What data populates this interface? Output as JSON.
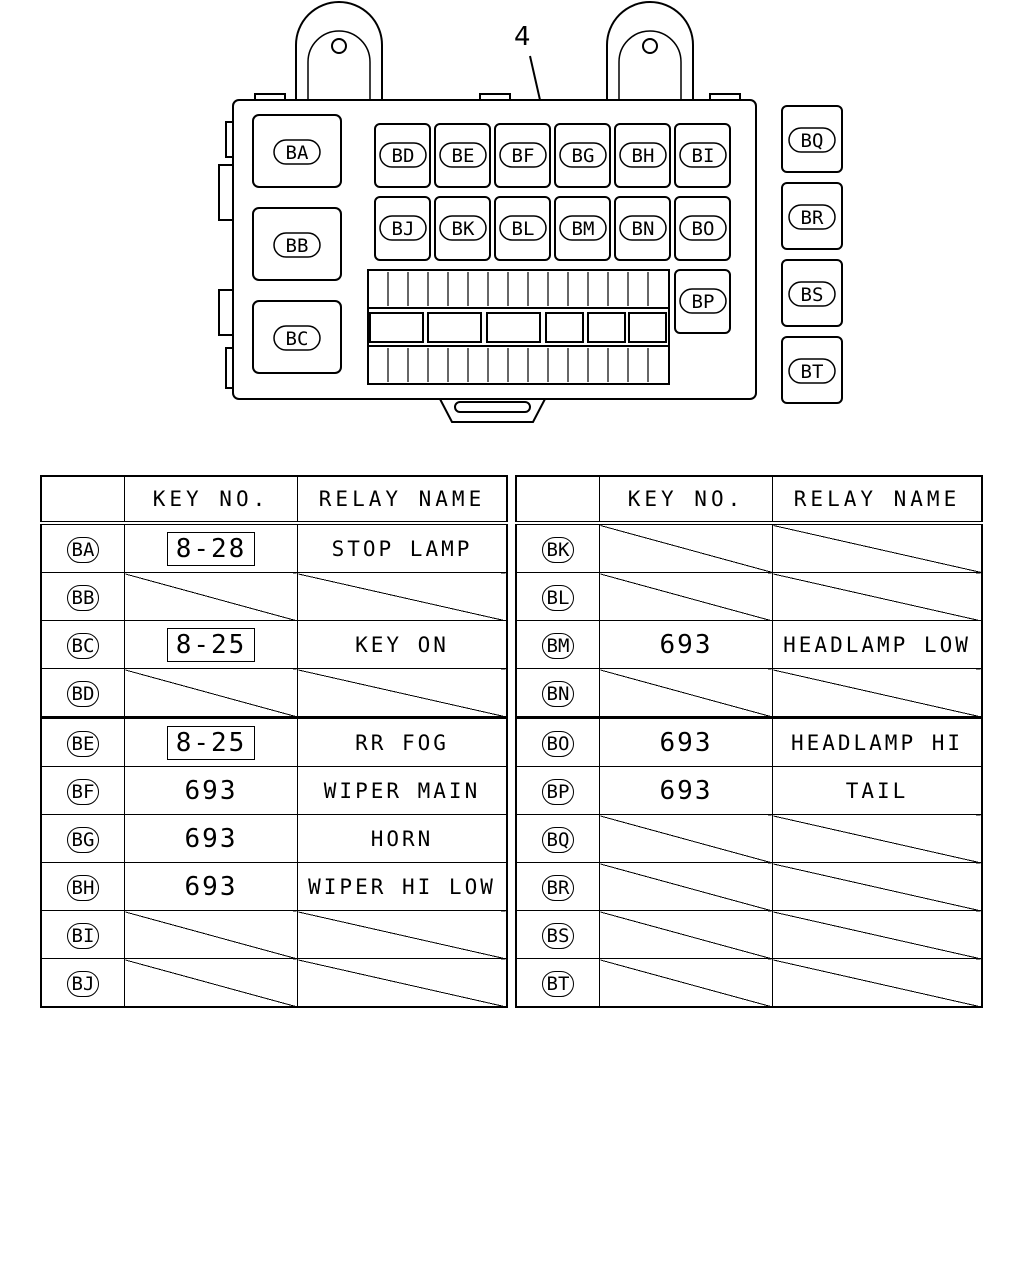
{
  "callout_number": "4",
  "box_labels": {
    "BA": "BA",
    "BB": "BB",
    "BC": "BC",
    "BD": "BD",
    "BE": "BE",
    "BF": "BF",
    "BG": "BG",
    "BH": "BH",
    "BI": "BI",
    "BJ": "BJ",
    "BK": "BK",
    "BL": "BL",
    "BM": "BM",
    "BN": "BN",
    "BO": "BO",
    "BP": "BP",
    "BQ": "BQ",
    "BR": "BR",
    "BS": "BS",
    "BT": "BT"
  },
  "table_headers": {
    "key_no": "KEY NO.",
    "relay_name": "RELAY NAME"
  },
  "left_rows": [
    {
      "id": "BA",
      "key": "8-28",
      "key_boxed": true,
      "relay": "STOP LAMP"
    },
    {
      "id": "BB",
      "key": "",
      "key_boxed": false,
      "relay": ""
    },
    {
      "id": "BC",
      "key": "8-25",
      "key_boxed": true,
      "relay": "KEY ON"
    },
    {
      "id": "BD",
      "key": "",
      "key_boxed": false,
      "relay": ""
    },
    {
      "id": "BE",
      "key": "8-25",
      "key_boxed": true,
      "relay": "RR FOG"
    },
    {
      "id": "BF",
      "key": "693",
      "key_boxed": false,
      "relay": "WIPER MAIN"
    },
    {
      "id": "BG",
      "key": "693",
      "key_boxed": false,
      "relay": "HORN"
    },
    {
      "id": "BH",
      "key": "693",
      "key_boxed": false,
      "relay": "WIPER HI LOW"
    },
    {
      "id": "BI",
      "key": "",
      "key_boxed": false,
      "relay": ""
    },
    {
      "id": "BJ",
      "key": "",
      "key_boxed": false,
      "relay": ""
    }
  ],
  "right_rows": [
    {
      "id": "BK",
      "key": "",
      "key_boxed": false,
      "relay": ""
    },
    {
      "id": "BL",
      "key": "",
      "key_boxed": false,
      "relay": ""
    },
    {
      "id": "BM",
      "key": "693",
      "key_boxed": false,
      "relay": "HEADLAMP LOW"
    },
    {
      "id": "BN",
      "key": "",
      "key_boxed": false,
      "relay": ""
    },
    {
      "id": "BO",
      "key": "693",
      "key_boxed": false,
      "relay": "HEADLAMP HI"
    },
    {
      "id": "BP",
      "key": "693",
      "key_boxed": false,
      "relay": "TAIL"
    },
    {
      "id": "BQ",
      "key": "",
      "key_boxed": false,
      "relay": ""
    },
    {
      "id": "BR",
      "key": "",
      "key_boxed": false,
      "relay": ""
    },
    {
      "id": "BS",
      "key": "",
      "key_boxed": false,
      "relay": ""
    },
    {
      "id": "BT",
      "key": "",
      "key_boxed": false,
      "relay": ""
    }
  ]
}
